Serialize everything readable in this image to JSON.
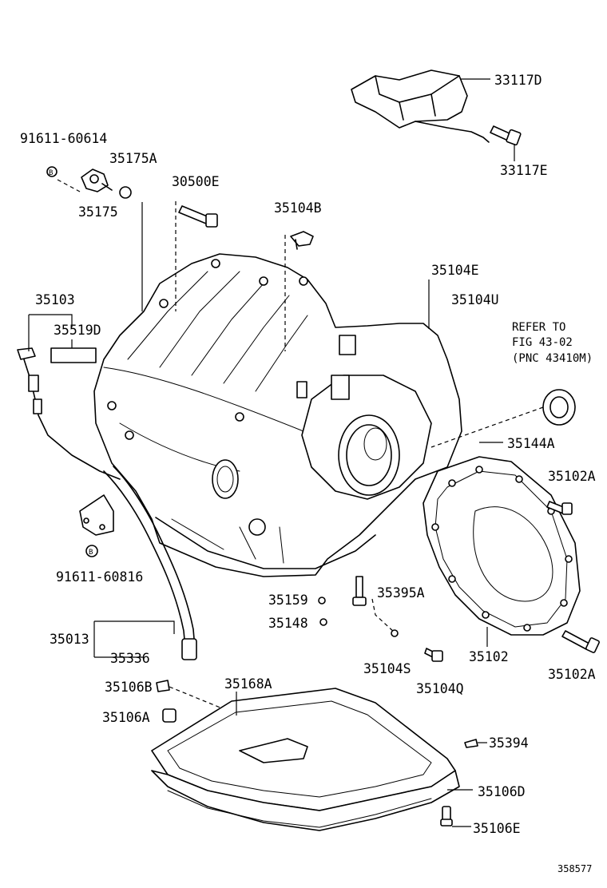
{
  "labels": {
    "p33117D": "33117D",
    "p33117E": "33117E",
    "p91611_60614": "91611-60614",
    "p35175A": "35175A",
    "p35175": "35175",
    "p30500E": "30500E",
    "p35104B": "35104B",
    "p35103": "35103",
    "p35519D": "35519D",
    "p35104E": "35104E",
    "p35104U": "35104U",
    "refer_line1": "REFER TO",
    "refer_line2": "FIG 43-02",
    "refer_line3": "(PNC 43410M)",
    "p35144A": "35144A",
    "p35102A_top": "35102A",
    "p91611_60816": "91611-60816",
    "p35159": "35159",
    "p35395A": "35395A",
    "p35148": "35148",
    "p35013": "35013",
    "p35336": "35336",
    "p35104S": "35104S",
    "p35102": "35102",
    "p35102A_bot": "35102A",
    "p35104Q": "35104Q",
    "p35106B": "35106B",
    "p35168A": "35168A",
    "p35106A": "35106A",
    "p35394": "35394",
    "p35106D": "35106D",
    "p35106E": "35106E",
    "fig_number": "358577",
    "circle_b1": "B",
    "circle_b2": "B"
  }
}
